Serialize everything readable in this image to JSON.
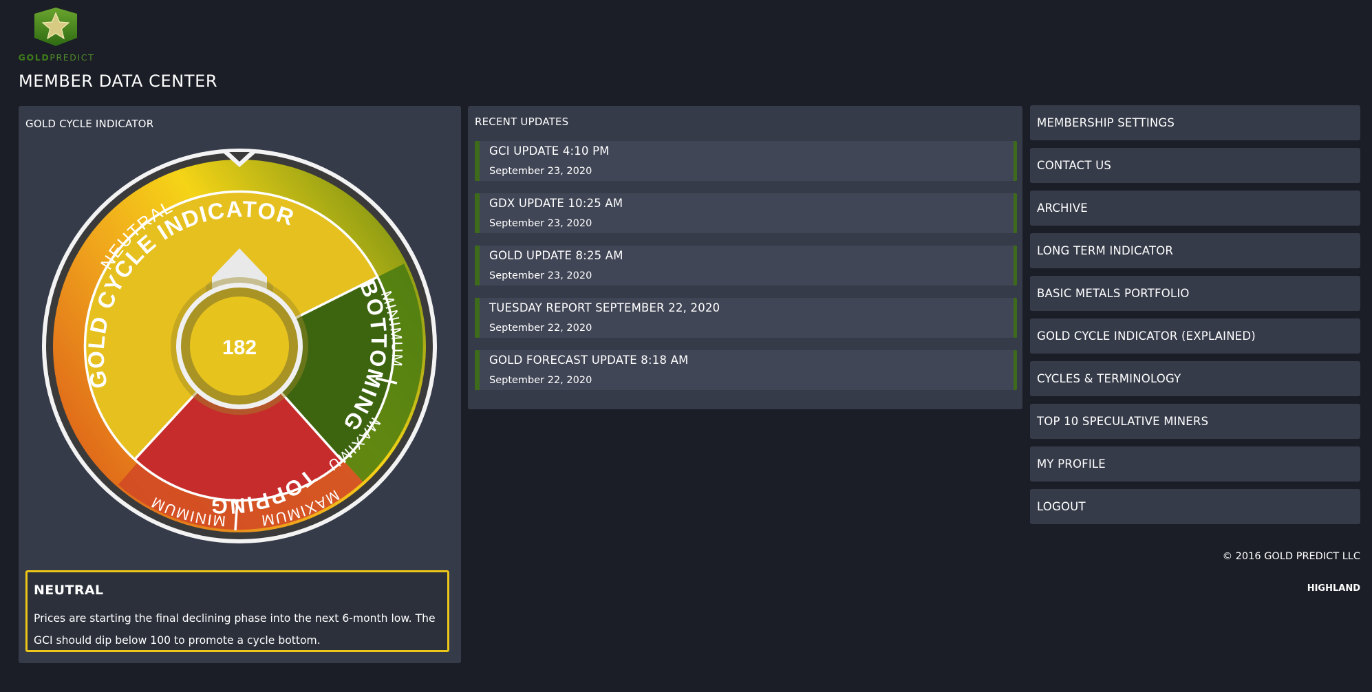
{
  "brand": {
    "name_gold": "GOLD",
    "name_predict": "PREDICT"
  },
  "page": {
    "title": "MEMBER DATA CENTER"
  },
  "gci": {
    "heading": "GOLD CYCLE INDICATOR",
    "gauge": {
      "ring_title": "GOLD CYCLE INDICATOR",
      "value": "182",
      "neutral": "NEUTRAL",
      "bottoming": "BOTTOMING",
      "topping": "TOPPING",
      "bottoming_min": "MINIMUM",
      "bottoming_max": "MAXIMUM",
      "topping_min": "MINIMUM",
      "topping_max": "MAXIMUM"
    },
    "status": {
      "title": "NEUTRAL",
      "text": "Prices are starting the final declining phase into the next 6-month low. The GCI should dip below 100 to promote a cycle bottom."
    }
  },
  "updates": {
    "heading": "RECENT UPDATES",
    "items": [
      {
        "title": "GCI UPDATE 4:10 PM",
        "date": "September 23, 2020"
      },
      {
        "title": "GDX UPDATE 10:25 AM",
        "date": "September 23, 2020"
      },
      {
        "title": "GOLD UPDATE 8:25 AM",
        "date": "September 23, 2020"
      },
      {
        "title": "TUESDAY REPORT SEPTEMBER 22, 2020",
        "date": "September 22, 2020"
      },
      {
        "title": "GOLD FORECAST UPDATE 8:18 AM",
        "date": "September 22, 2020"
      }
    ]
  },
  "menu": {
    "items": [
      "MEMBERSHIP SETTINGS",
      "CONTACT US",
      "ARCHIVE",
      "LONG TERM INDICATOR",
      "BASIC METALS PORTFOLIO",
      "GOLD CYCLE INDICATOR (EXPLAINED)",
      "CYCLES & TERMINOLOGY",
      "TOP 10 SPECULATIVE MINERS",
      "MY PROFILE",
      "LOGOUT"
    ]
  },
  "footer": {
    "copyright": "© 2016 GOLD PREDICT LLC",
    "credit": "HIGHLAND"
  },
  "colors": {
    "background": "#1b1e26",
    "panel": "#363b49",
    "gold": "#ecc619",
    "green": "#3e6b1b",
    "red": "#c72c2c"
  }
}
